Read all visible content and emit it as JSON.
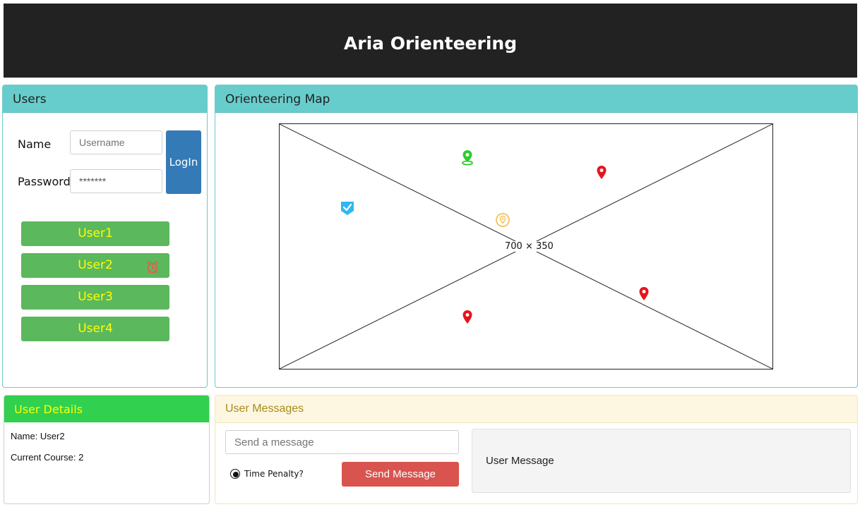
{
  "header": {
    "title": "Aria Orienteering"
  },
  "users_panel": {
    "title": "Users",
    "name_label": "Name",
    "password_label": "Password",
    "username_placeholder": "Username",
    "password_value": "*******",
    "login_label": "LogIn",
    "users": [
      {
        "label": "User1"
      },
      {
        "label": "User2",
        "alert_icon": "alarm-icon"
      },
      {
        "label": "User3"
      },
      {
        "label": "User4"
      }
    ]
  },
  "map_panel": {
    "title": "Orienteering Map",
    "placeholder_label": "700 × 350",
    "markers": [
      {
        "icon": "location-pin-icon",
        "color": "#2ecc2e"
      },
      {
        "icon": "location-pin-icon",
        "color": "#e8141b"
      },
      {
        "icon": "check-shield-icon",
        "color": "#2fb7f2"
      },
      {
        "icon": "location-pin-outline-icon",
        "color": "#f5c66a"
      },
      {
        "icon": "location-pin-icon",
        "color": "#e8141b"
      },
      {
        "icon": "location-pin-icon",
        "color": "#e8141b"
      }
    ]
  },
  "details_panel": {
    "title": "User Details",
    "name_line": "Name: User2",
    "course_line": "Current Course: 2"
  },
  "messages_panel": {
    "title": "User Messages",
    "input_placeholder": "Send a message",
    "penalty_label": "Time Penalty?",
    "send_label": "Send Message",
    "message_text": "User Message"
  },
  "colors": {
    "header_bg": "#222222",
    "teal": "#67cdcc",
    "green_button": "#5cb85c",
    "user_text": "#ffff00",
    "login_blue": "#337ab7",
    "send_red": "#d9534f",
    "details_green": "#31d04e"
  }
}
